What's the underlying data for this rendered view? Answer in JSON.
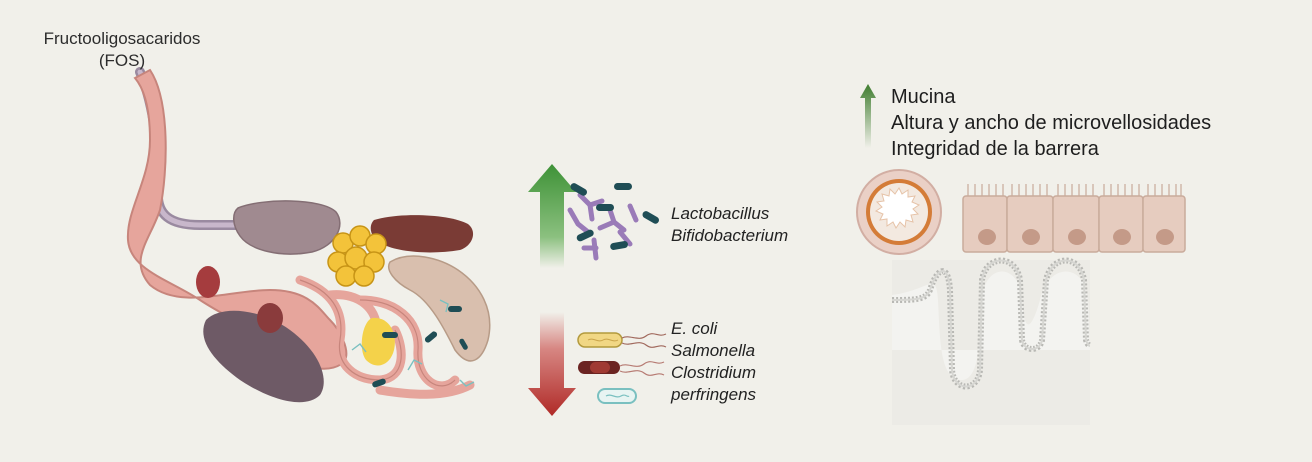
{
  "fos_label": {
    "line1": "Fructooligosacaridos",
    "line2": "(FOS)"
  },
  "increased_bacteria": [
    "Lactobacillus",
    "Bifidobacterium"
  ],
  "decreased_bacteria": [
    "E. coli",
    "Salmonella",
    "Clostridium",
    "perfringens"
  ],
  "effects": [
    "Mucina",
    "Altura y ancho de microvellosidades",
    "Integridad de la barrera"
  ],
  "colors": {
    "background": "#f1f0ea",
    "arrow_up": "#4a9a3c",
    "arrow_down": "#b3302c",
    "effect_arrow": "#4f8a3a",
    "tissue_pink": "#e6a59c",
    "liver": "#7a3b35",
    "pancreas": "#f3c33a",
    "bacteria_purple": "#9a7bb8",
    "bacteria_teal": "#1f4d55"
  },
  "icons": [
    "chicken-digestive-tract-icon",
    "lactobacillus-bacteria-icon",
    "pathogen-bacteria-icon",
    "intestine-cross-section-icon",
    "epithelial-cells-icon",
    "villi-icon"
  ]
}
